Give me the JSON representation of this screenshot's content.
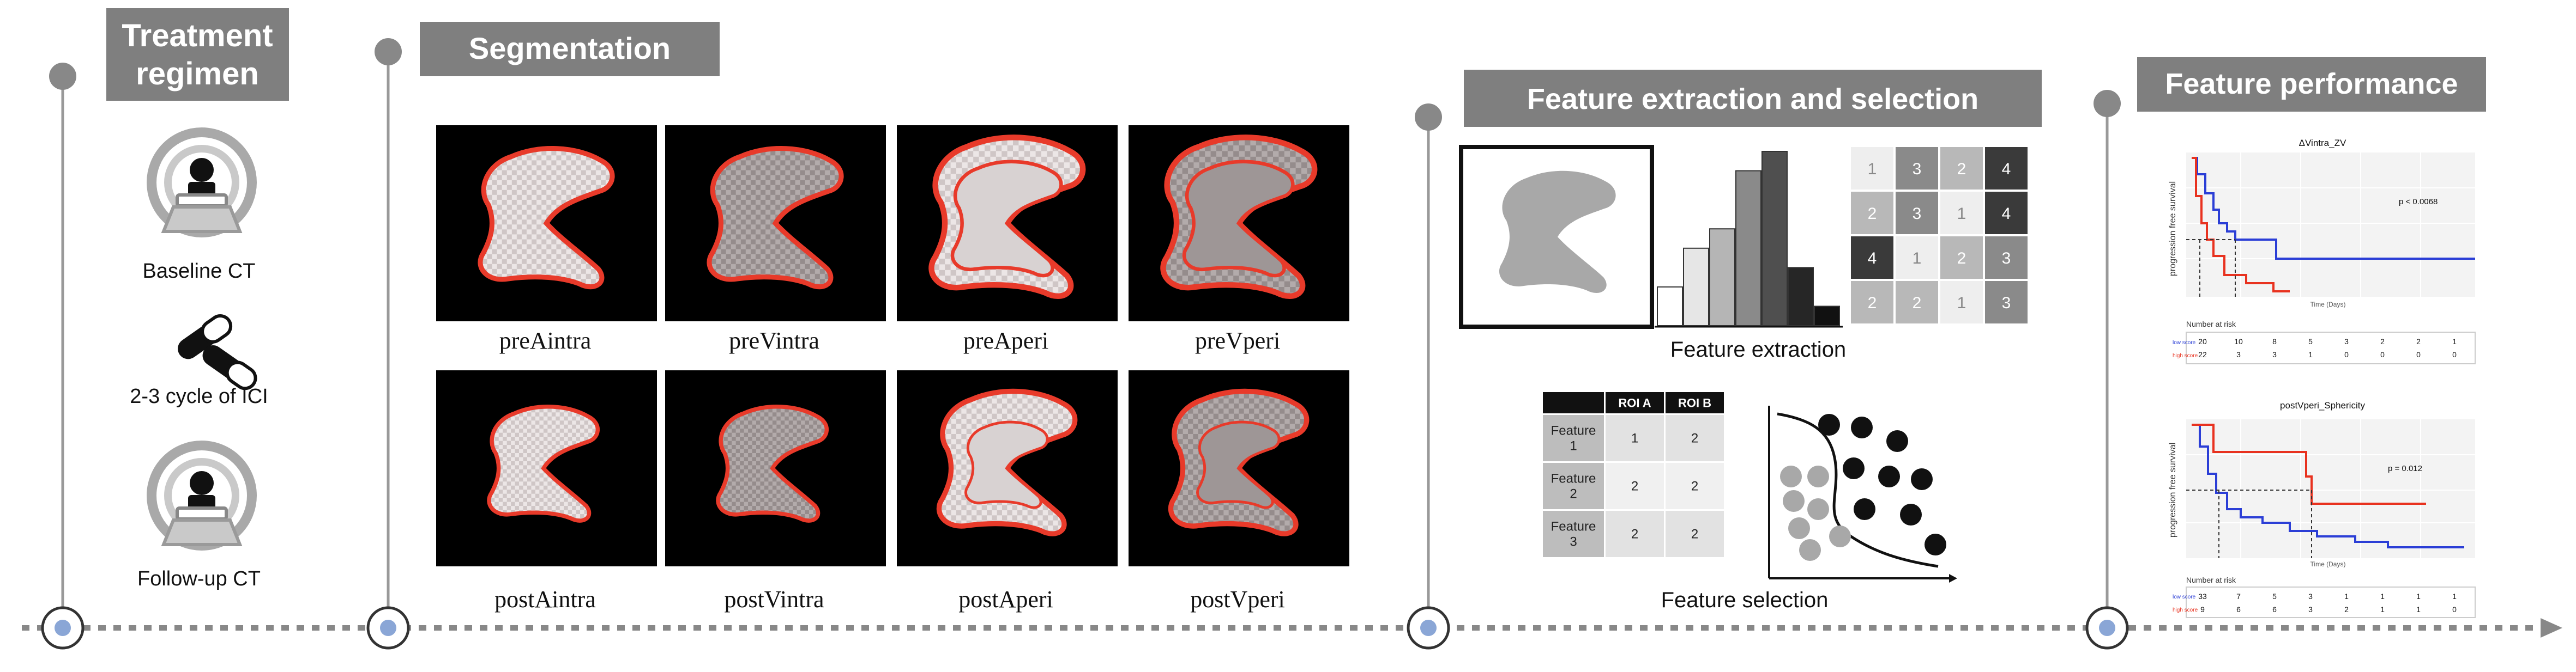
{
  "stages": {
    "treatment": {
      "title_line1": "Treatment",
      "title_line2": "regimen",
      "baseline": "Baseline CT",
      "cycle": "2-3 cycle of ICI",
      "followup": "Follow-up  CT"
    },
    "segmentation": {
      "title": "Segmentation",
      "labels": [
        "preAintra",
        "preVintra",
        "preAperi",
        "preVperi",
        "postAintra",
        "postVintra",
        "postAperi",
        "postVperi"
      ]
    },
    "extraction": {
      "title": "Feature extraction and selection",
      "extraction_label": "Feature extraction",
      "selection_label": "Feature selection",
      "histogram_values": [
        2,
        4,
        5,
        8,
        9,
        3,
        1
      ],
      "matrix": [
        [
          "1",
          "3",
          "2",
          "4"
        ],
        [
          "2",
          "3",
          "1",
          "4"
        ],
        [
          "4",
          "1",
          "2",
          "3"
        ],
        [
          "2",
          "2",
          "1",
          "3"
        ]
      ],
      "table": {
        "headers": [
          "",
          "ROI A",
          "ROI B"
        ],
        "rows": [
          [
            "Feature 1",
            "1",
            "2"
          ],
          [
            "Feature 2",
            "2",
            "2"
          ],
          [
            "Feature 3",
            "2",
            "2"
          ]
        ]
      }
    },
    "performance": {
      "title": "Feature performance",
      "km1": {
        "title": "ΔVintra_ZV",
        "pvalue": "p < 0.0068",
        "ylabel": "progression free survival",
        "xlabel": "Time (Days)",
        "risk_title": "Number at risk",
        "risk_low_label": "low score",
        "risk_high_label": "high score",
        "risk_low": [
          "20",
          "10",
          "8",
          "5",
          "3",
          "2",
          "2",
          "1"
        ],
        "risk_high": [
          "22",
          "3",
          "3",
          "1",
          "0",
          "0",
          "0",
          "0"
        ]
      },
      "km2": {
        "title": "postVperi_Sphericity",
        "pvalue": "p = 0.012",
        "ylabel": "progression free survival",
        "xlabel": "Time (Days)",
        "risk_title": "Number at risk",
        "risk_low_label": "low score",
        "risk_high_label": "high score",
        "risk_low": [
          "33",
          "7",
          "5",
          "3",
          "1",
          "1",
          "1",
          "1"
        ],
        "risk_high": [
          "9",
          "6",
          "6",
          "3",
          "2",
          "1",
          "1",
          "0"
        ]
      }
    }
  },
  "colors": {
    "title_box": "#7f7f7f",
    "timeline": "#888888",
    "dot_fill": "#888888",
    "end_dot_fill": "#8aa6d6",
    "contour": "#e83a2a",
    "tumor_light": "#e8e0e0",
    "tumor_dark": "#a8a0a0",
    "km_low": "#2b3ed6",
    "km_high": "#e8321f"
  }
}
